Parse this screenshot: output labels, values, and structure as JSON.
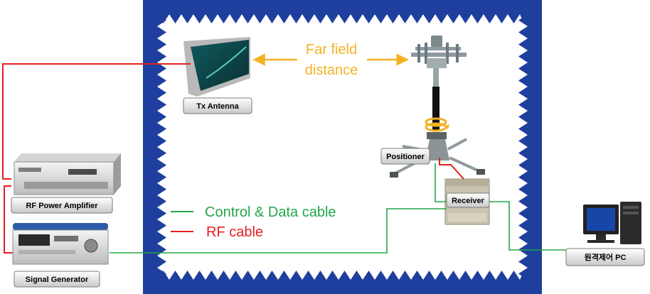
{
  "diagram": {
    "far_field_label": [
      "Far field",
      "distance"
    ],
    "tx_antenna_label": "Tx Antenna",
    "positioner_label": "Positioner",
    "receiver_label": "Receiver",
    "rf_amp_label": "RF Power Amplifier",
    "signal_gen_label": "Signal Generator",
    "pc_label": "원격제어  PC",
    "legend": {
      "control_label": "Control & Data cable",
      "rf_label": "RF cable"
    },
    "colors": {
      "absorber": "#1f3f9e",
      "rf_cable": "#e41f1f",
      "control_cable": "#22a64a",
      "far_field": "#f3b323"
    }
  }
}
